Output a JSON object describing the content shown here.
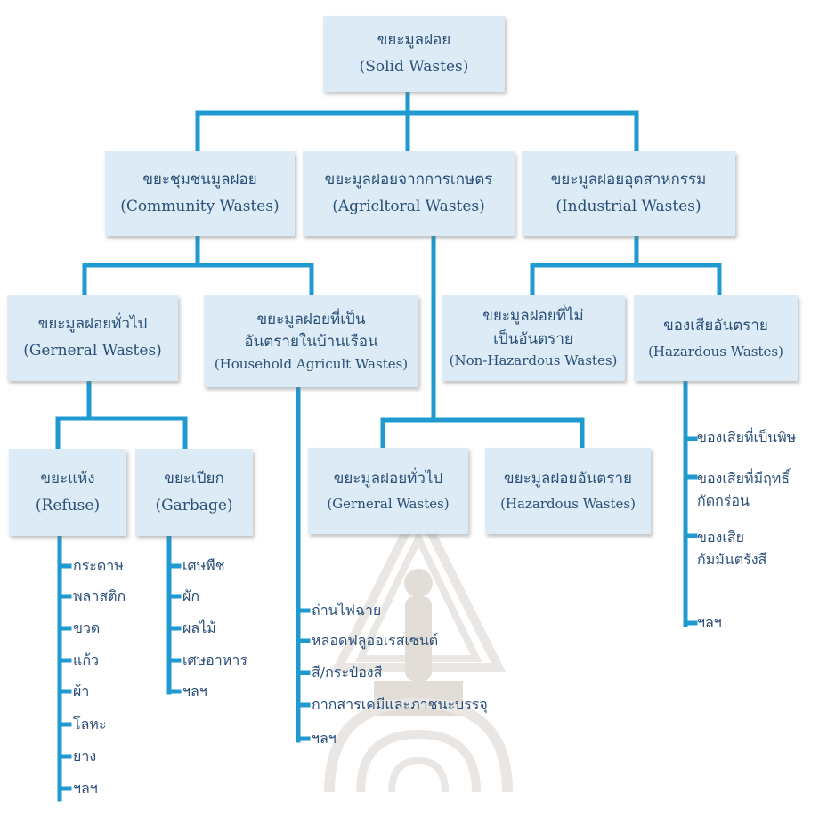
{
  "root": {
    "th": "ขยะมูลฝอย",
    "en": "(Solid Wastes)"
  },
  "level1": {
    "community": {
      "th": "ขยะชุมชนมูลฝอย",
      "en": "(Community Wastes)"
    },
    "agricultural": {
      "th": "ขยะมูลฝอยจากการเกษตร",
      "en": "(Agricltoral Wastes)"
    },
    "industrial": {
      "th": "ขยะมูลฝอยอุตสาหกรรม",
      "en": "(Industrial Wastes)"
    }
  },
  "level2": {
    "general": {
      "th": "ขยะมูลฝอยทั่วไป",
      "en": "(Gerneral Wastes)"
    },
    "household": {
      "th1": "ขยะมูลฝอยที่เป็น",
      "th2": "อันตรายในบ้านเรือน",
      "en": "(Household Agricult Wastes)"
    },
    "non_hazardous": {
      "th1": "ขยะมูลฝอยที่ไม่",
      "th2": "เป็นอันตราย",
      "en": "(Non-Hazardous Wastes)"
    },
    "hazardous": {
      "th": "ของเสียอันตราย",
      "en": "(Hazardous Wastes)"
    }
  },
  "level3": {
    "refuse": {
      "th": "ขยะแห้ง",
      "en": "(Refuse)"
    },
    "garbage": {
      "th": "ขยะเปียก",
      "en": "(Garbage)"
    },
    "agri_general": {
      "th": "ขยะมูลฝอยทั่วไป",
      "en": "(Gerneral Wastes)"
    },
    "agri_hazardous": {
      "th": "ขยะมูลฝอยอันตราย",
      "en": "(Hazardous Wastes)"
    }
  },
  "lists": {
    "refuse": [
      "กระดาษ",
      "พลาสติก",
      "ขวด",
      "แก้ว",
      "ผ้า",
      "โลหะ",
      "ยาง",
      "ฯลฯ"
    ],
    "garbage": [
      "เศษพืช",
      "ผัก",
      "ผลไม้",
      "เศษอาหาร",
      "ฯลฯ"
    ],
    "household": [
      "ถ่านไฟฉาย",
      "หลอดฟลูออเรสเซนต์",
      "สี/กระป๋องสี",
      "กากสารเคมีและภาชนะบรรจุ",
      "ฯลฯ"
    ],
    "hazardous": [
      "ของเสียที่เป็นพิษ",
      "ของเสียที่มีฤทธิ์กัดกร่อน",
      "ของเสียกัมมันตรังสี",
      "ฯลฯ"
    ]
  },
  "colors": {
    "line": "#1e9ad1",
    "box": "#dcebf5",
    "text": "#2a4f78"
  }
}
